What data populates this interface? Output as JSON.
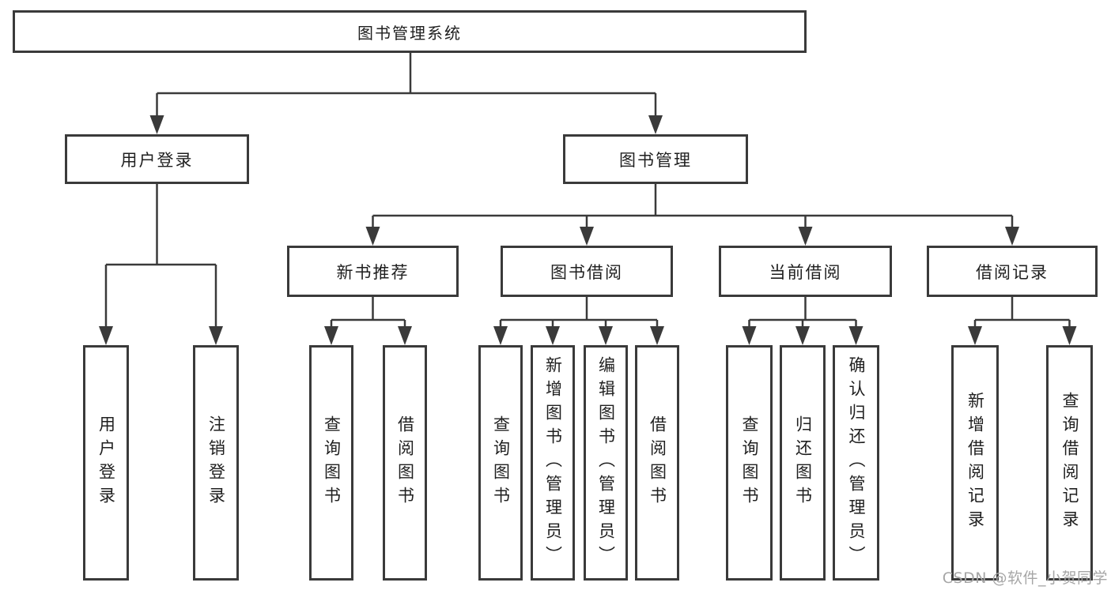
{
  "diagram_title": "图书管理系统",
  "tree": {
    "label": "图书管理系统",
    "children": [
      {
        "label": "用户登录",
        "children": [
          {
            "label": "用户登录"
          },
          {
            "label": "注销登录"
          }
        ]
      },
      {
        "label": "图书管理",
        "children": [
          {
            "label": "新书推荐",
            "children": [
              {
                "label": "查询图书"
              },
              {
                "label": "借阅图书"
              }
            ]
          },
          {
            "label": "图书借阅",
            "children": [
              {
                "label": "查询图书"
              },
              {
                "label": "新增图书（管理员）"
              },
              {
                "label": "编辑图书（管理员）"
              },
              {
                "label": "借阅图书"
              }
            ]
          },
          {
            "label": "当前借阅",
            "children": [
              {
                "label": "查询图书"
              },
              {
                "label": "归还图书"
              },
              {
                "label": "确认归还（管理员）"
              }
            ]
          },
          {
            "label": "借阅记录",
            "children": [
              {
                "label": "新增借阅记录"
              },
              {
                "label": "查询借阅记录"
              }
            ]
          }
        ]
      }
    ]
  },
  "watermark": "CSDN @软件_小贺同学",
  "colors": {
    "line": "#3a3a3a",
    "box_border": "#3a3a3a",
    "text": "#1f1f1f",
    "background": "#ffffff",
    "watermark": "#a6a6a6"
  }
}
